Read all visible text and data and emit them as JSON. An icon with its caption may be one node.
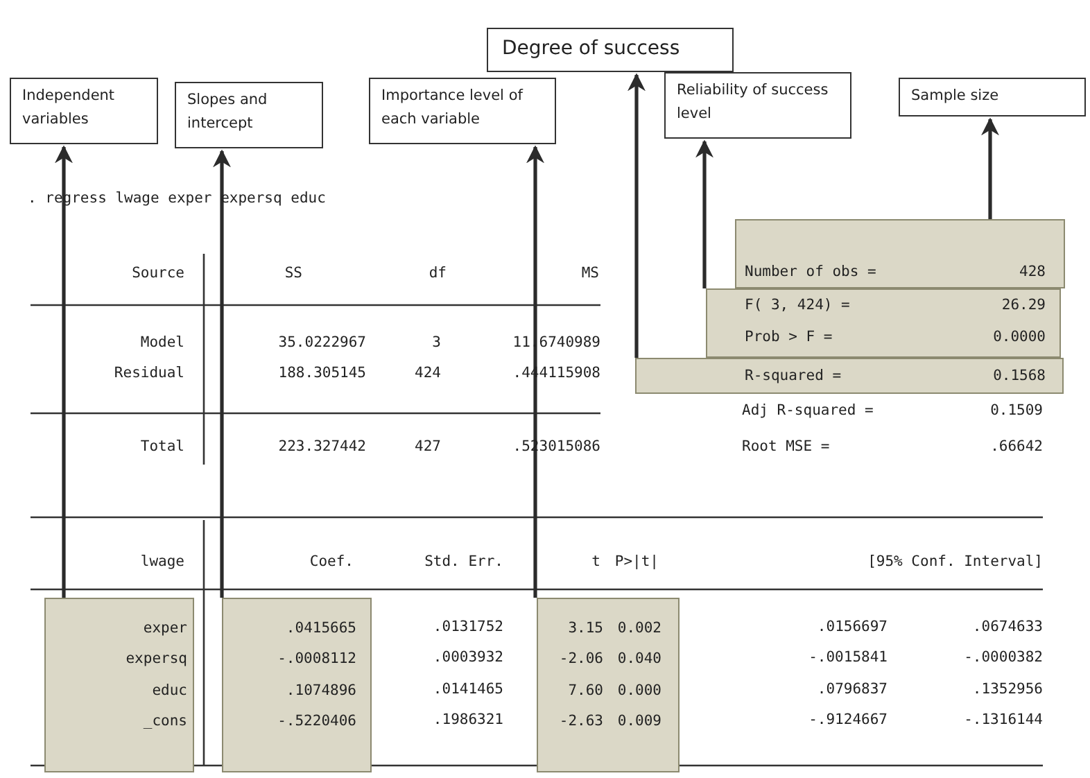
{
  "diagram": {
    "nodes": [
      {
        "text": [
          "Independent variables"
        ]
      },
      {
        "text": [
          "Slopes and intercept"
        ]
      },
      {
        "text": [
          "Importance level of each variable"
        ]
      },
      {
        "text": [
          "Degree of success"
        ]
      },
      {
        "text": [
          "Reliability of success level"
        ]
      },
      {
        "text": [
          "Sample size"
        ]
      },
      {
        "text": [
          "exper",
          "expersq",
          "educ",
          "_cons"
        ]
      },
      {
        "text": [
          ".0415665",
          "-.0008112",
          ".1074896",
          "-.5220406"
        ]
      },
      {
        "text": [
          "3.15",
          "0.002",
          "-2.06",
          "0.040",
          "7.60",
          "0.000",
          "-2.63",
          "0.009"
        ]
      },
      {
        "text": [
          "Number of obs =",
          "428"
        ]
      },
      {
        "text": [
          "F( 3, 424) =",
          "26.29",
          "Prob > F =",
          "0.0000"
        ]
      },
      {
        "text": [
          "R-squared =",
          "0.1568"
        ]
      }
    ],
    "edges": [
      {
        "from": 6,
        "to": 0,
        "arrow": "to"
      },
      {
        "from": 7,
        "to": 1,
        "arrow": "to"
      },
      {
        "from": 8,
        "to": 2,
        "arrow": "to"
      },
      {
        "from": 11,
        "to": 3,
        "arrow": "to"
      },
      {
        "from": 10,
        "to": 4,
        "arrow": "to"
      },
      {
        "from": 9,
        "to": 5,
        "arrow": "to"
      }
    ],
    "labels": [
      ". regress lwage exper expersq educ",
      "Source",
      "SS",
      "df",
      "MS",
      "Model",
      "35.0222967",
      "3",
      "11.6740989",
      "Residual",
      "188.305145",
      "424",
      ".444115908",
      "Adj R-squared =",
      "0.1509",
      "Total",
      "223.327442",
      "427",
      ".523015086",
      "Root MSE =",
      ".66642",
      "lwage",
      "Coef.",
      "Std. Err.",
      "t",
      "P>|t|",
      "[95% Conf. Interval]",
      ".0131752",
      ".0156697",
      ".0674633",
      ".0003932",
      "-.0015841",
      "-.0000382",
      ".0141465",
      ".0796837",
      ".1352956",
      ".1986321",
      "-.9124667",
      "-.1316144"
    ]
  }
}
